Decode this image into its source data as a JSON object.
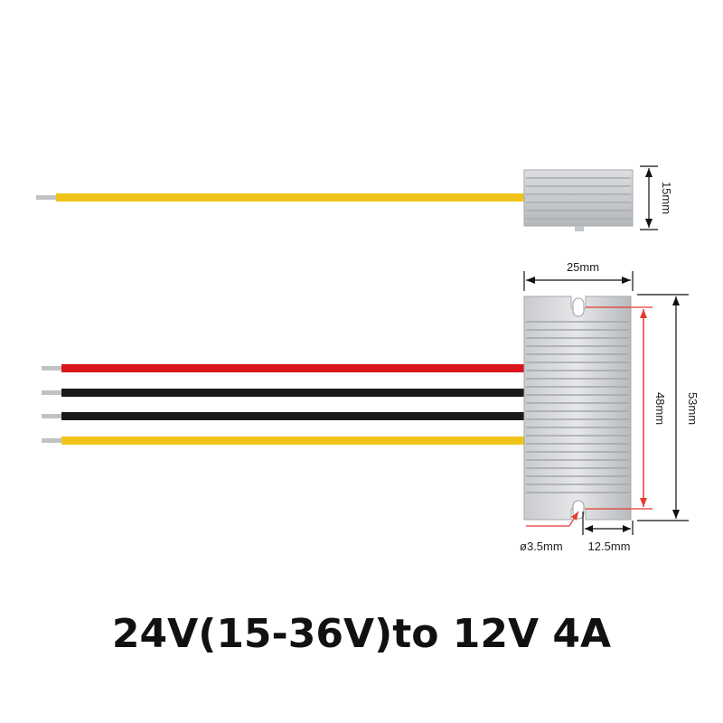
{
  "caption": "24V(15-36V)to 12V 4A",
  "dimensions": {
    "height_side": "15mm",
    "width_top": "25mm",
    "hole_spacing": "48mm",
    "length_total": "53mm",
    "hole_diameter": "ø3.5mm",
    "hole_offset": "12.5mm"
  },
  "colors": {
    "wire_red": "#d9141b",
    "wire_black": "#1a1a1a",
    "wire_yellow": "#f0c419",
    "case_light": "#d6d8da",
    "case_dark": "#9ea2a6",
    "dimension_red": "#e53935",
    "dimension_black": "#111111"
  }
}
